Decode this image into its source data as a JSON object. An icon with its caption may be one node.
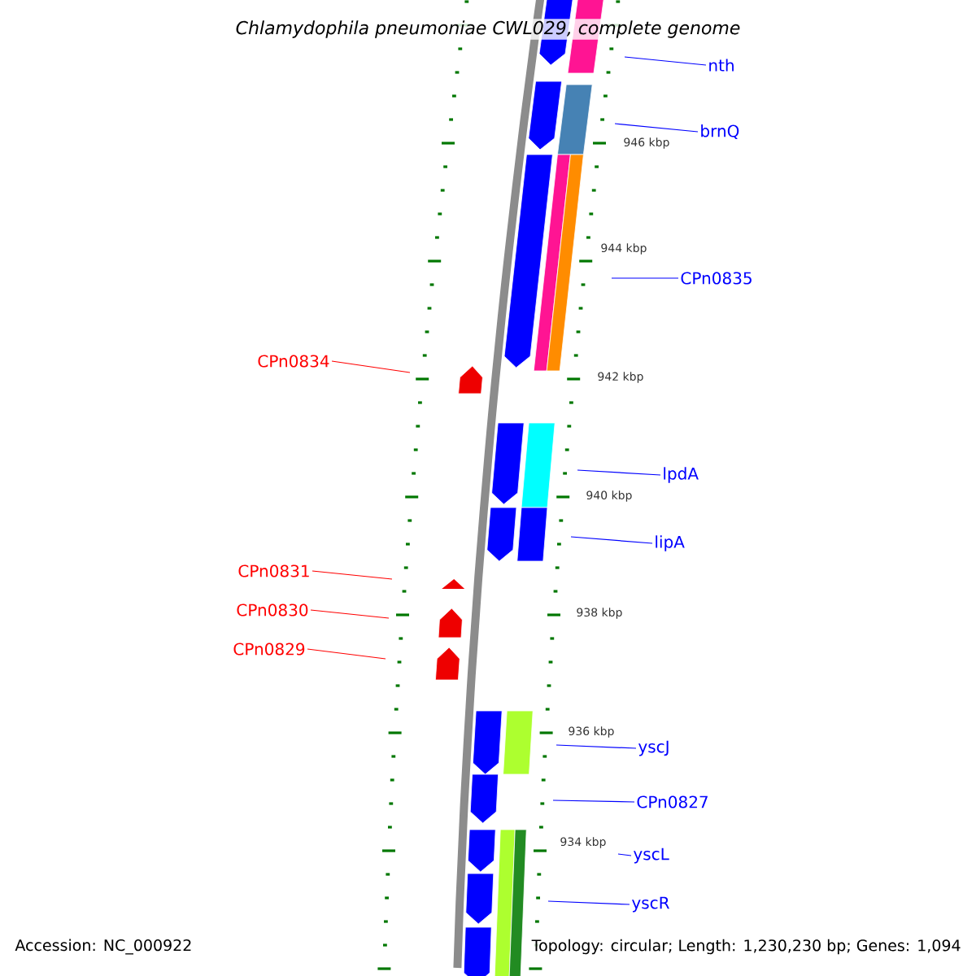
{
  "diagram": {
    "title": "Chlamydophila pneumoniae CWL029, complete genome",
    "nodes": [
      {
        "text": [
          "nth"
        ]
      },
      {
        "text": [
          "brnQ"
        ]
      },
      {
        "text": [
          "CPn0835"
        ]
      },
      {
        "text": [
          "CPn0834"
        ]
      },
      {
        "text": [
          "lpdA"
        ]
      },
      {
        "text": [
          "lipA"
        ]
      },
      {
        "text": [
          "CPn0831"
        ]
      },
      {
        "text": [
          "CPn0830"
        ]
      },
      {
        "text": [
          "CPn0829"
        ]
      },
      {
        "text": [
          "yscJ"
        ]
      },
      {
        "text": [
          "CPn0827"
        ]
      },
      {
        "text": [
          "yscL"
        ]
      },
      {
        "text": [
          "yscR"
        ]
      }
    ],
    "edges": [
      {
        "from": 0,
        "to": null,
        "arrow": "none"
      },
      {
        "from": 1,
        "to": null,
        "arrow": "none"
      },
      {
        "from": 2,
        "to": null,
        "arrow": "none"
      },
      {
        "from": 3,
        "to": null,
        "arrow": "none",
        "color": "#ff0000"
      },
      {
        "from": 4,
        "to": null,
        "arrow": "none"
      },
      {
        "from": 5,
        "to": null,
        "arrow": "none"
      },
      {
        "from": 6,
        "to": null,
        "arrow": "none",
        "color": "#ff0000"
      },
      {
        "from": 7,
        "to": null,
        "arrow": "none",
        "color": "#ff0000"
      },
      {
        "from": 8,
        "to": null,
        "arrow": "none",
        "color": "#ff0000"
      },
      {
        "from": 9,
        "to": null,
        "arrow": "none"
      },
      {
        "from": 10,
        "to": null,
        "arrow": "none"
      },
      {
        "from": 11,
        "to": null,
        "arrow": "none"
      },
      {
        "from": 12,
        "to": null,
        "arrow": "none"
      }
    ],
    "labels": [
      "946 kbp",
      "944 kbp",
      "942 kbp",
      "940 kbp",
      "938 kbp",
      "936 kbp",
      "934 kbp",
      "Accession: NC_000922",
      "Topology: circular; Length: 1,230,230 bp; Genes: 1,094"
    ]
  }
}
